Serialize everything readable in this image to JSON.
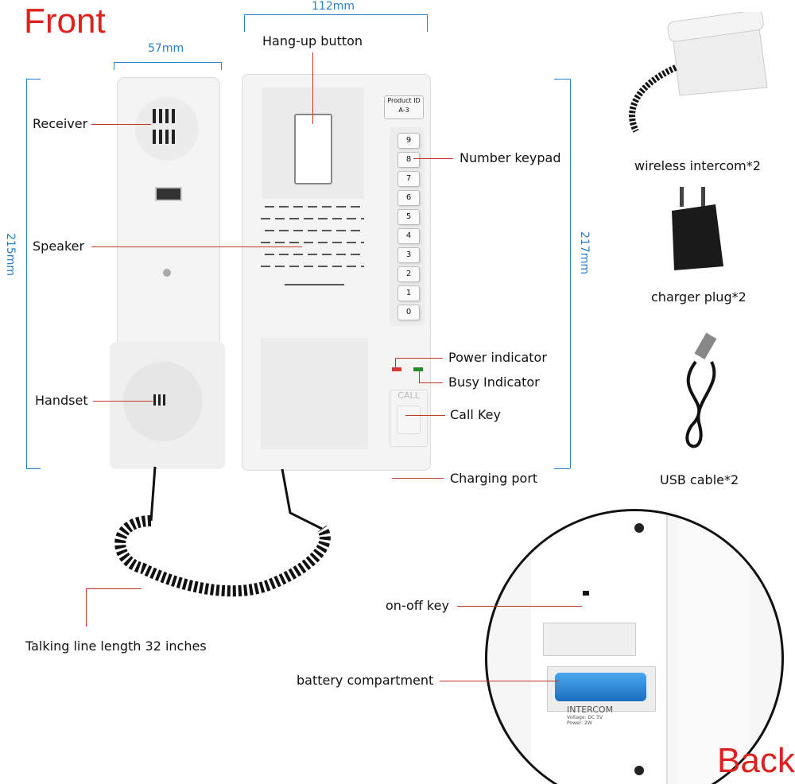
{
  "titles": {
    "front": "Front",
    "back": "Back"
  },
  "dimensions": {
    "width_handset": "57mm",
    "width_base": "112mm",
    "height_handset": "215mm",
    "height_base": "217mm"
  },
  "callouts": {
    "hangup": "Hang-up button",
    "receiver": "Receiver",
    "keypad": "Number keypad",
    "speaker": "Speaker",
    "power": "Power indicator",
    "busy": "Busy Indicator",
    "handset": "Handset",
    "call_key": "Call Key",
    "charging": "Charging port",
    "cord": "Talking line length 32 inches",
    "onoff": "on-off key",
    "battery": "battery compartment"
  },
  "device": {
    "product_id": "Product ID",
    "model": "A-3",
    "call_label": "CALL",
    "keys": [
      "9",
      "8",
      "7",
      "6",
      "5",
      "4",
      "3",
      "2",
      "1",
      "0"
    ],
    "back_label": "INTERCOM",
    "voltage": "Voltage: DC 5V",
    "power": "Power: 2W"
  },
  "accessories": [
    "wireless intercom*2",
    "charger plug*2",
    "USB cable*2"
  ],
  "colors": {
    "title": "#e0201c",
    "dimension": "#2a7fc9",
    "leader": "#c0392b"
  }
}
